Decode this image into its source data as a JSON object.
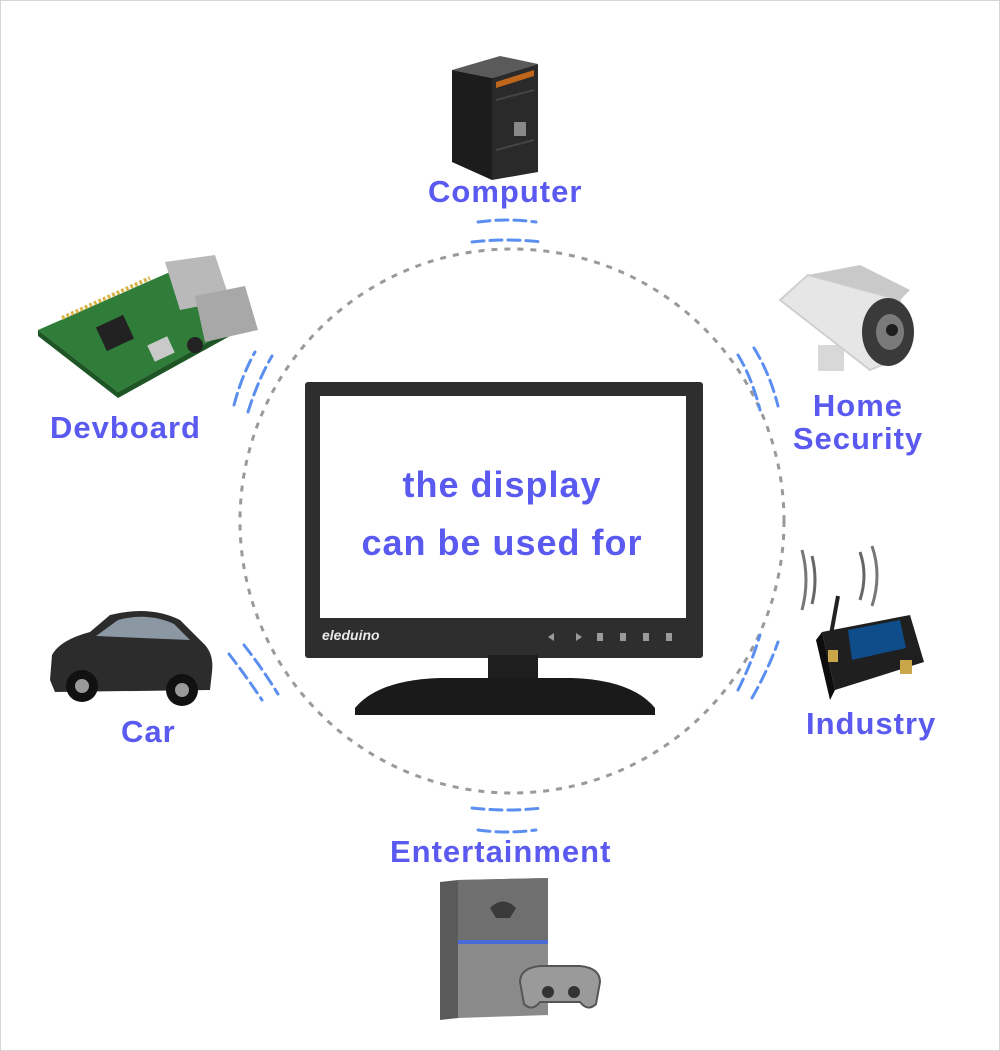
{
  "colors": {
    "accent": "#5a5af0",
    "wave": "#5a8ef0",
    "ring": "#9a9a9a"
  },
  "monitor": {
    "brand": "eleduino",
    "line1": "the  display",
    "line2": "can be used for"
  },
  "uses": [
    {
      "label": "Computer",
      "icon": "computer-tower-icon"
    },
    {
      "label": "Devboard",
      "icon": "devboard-icon"
    },
    {
      "label": "Home Security",
      "line1": "Home",
      "line2": "Security",
      "icon": "security-camera-icon"
    },
    {
      "label": "Car",
      "icon": "car-icon"
    },
    {
      "label": "Industry",
      "icon": "industrial-device-icon"
    },
    {
      "label": "Entertainment",
      "icon": "game-console-icon"
    }
  ]
}
